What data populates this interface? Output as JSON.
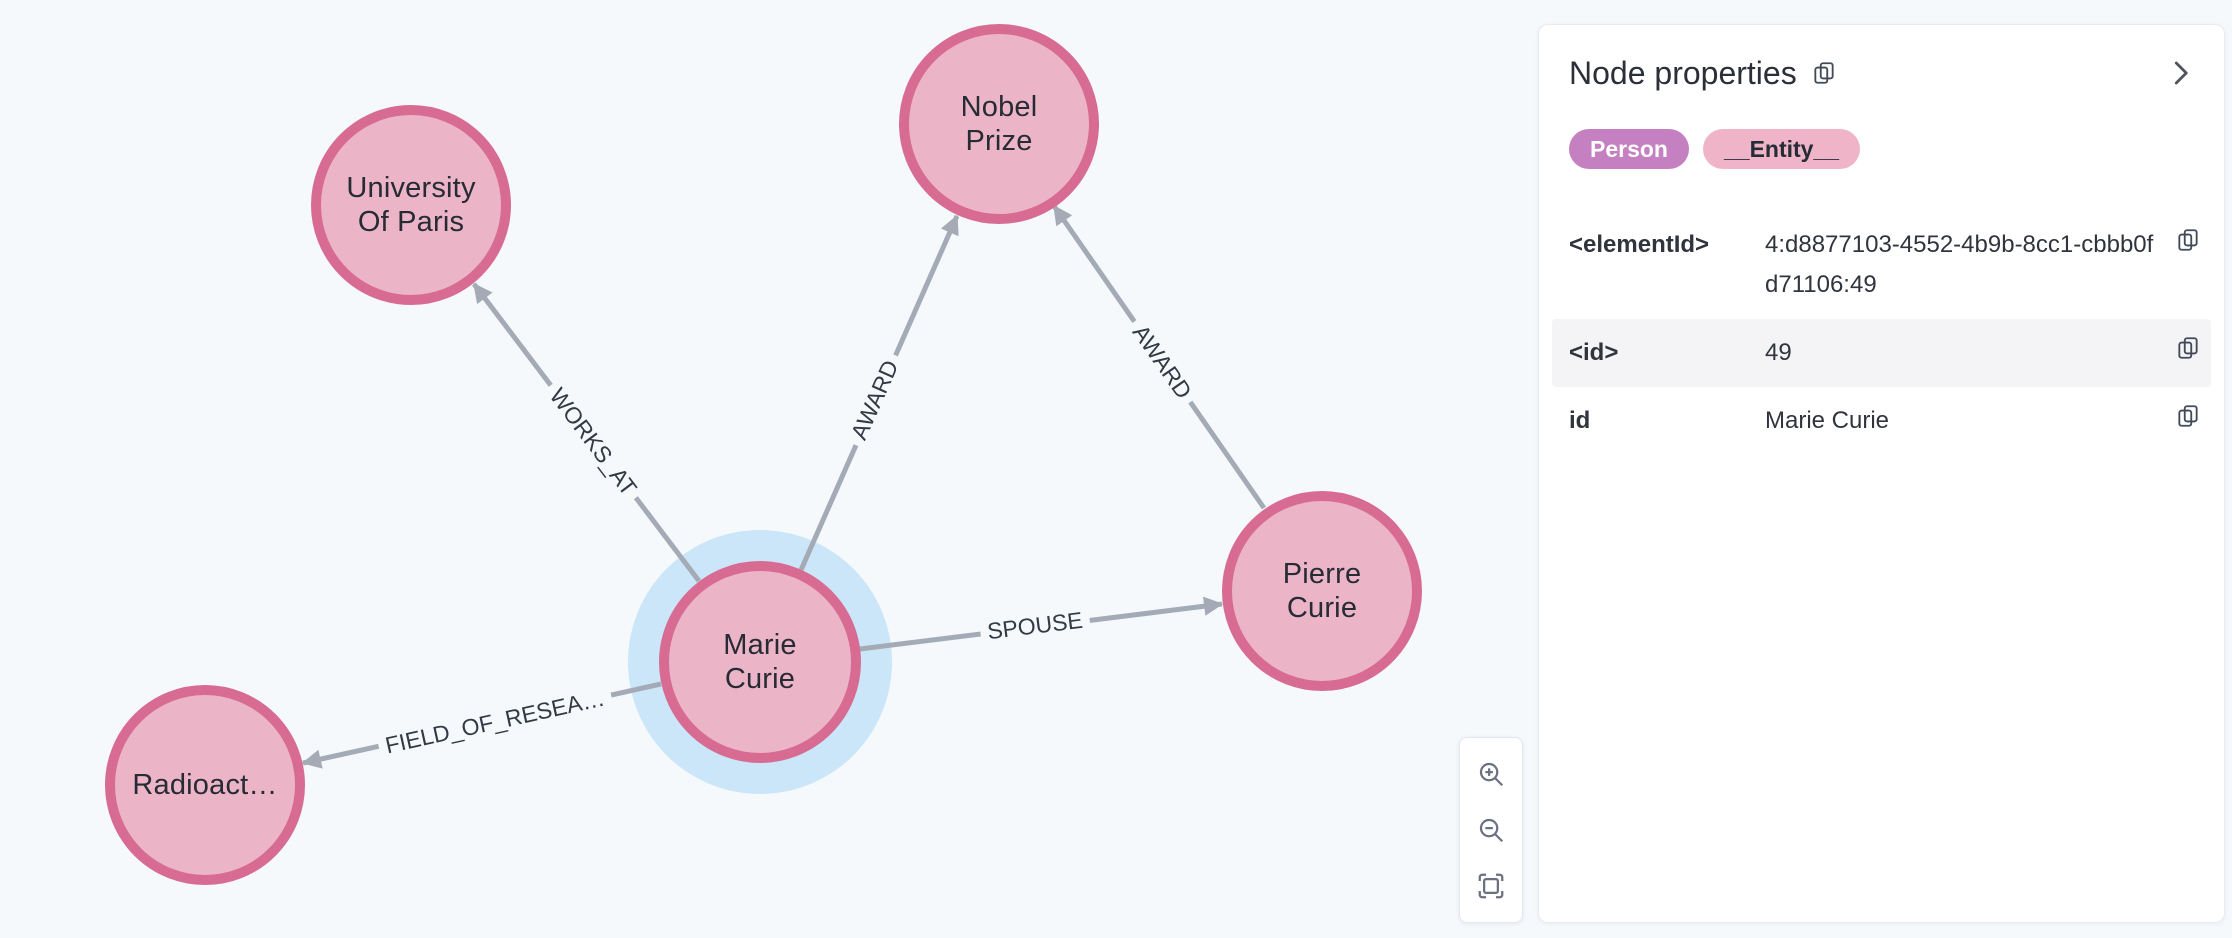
{
  "canvas": {
    "background": "#f5f9fc",
    "node_fill": "#ecb4c7",
    "node_border": "#d76b92",
    "selected_halo_color": "#cbe6f8",
    "edge_color": "#a5abb6",
    "nodes": [
      {
        "id": "university-of-paris",
        "label": "University\nOf Paris"
      },
      {
        "id": "nobel-prize",
        "label": "Nobel\nPrize"
      },
      {
        "id": "marie-curie",
        "label": "Marie\nCurie",
        "selected": true
      },
      {
        "id": "pierre-curie",
        "label": "Pierre\nCurie"
      },
      {
        "id": "radioactivity",
        "label": "Radioact…"
      }
    ],
    "edges": [
      {
        "label": "WORKS_AT",
        "from": "marie-curie",
        "to": "university-of-paris"
      },
      {
        "label": "AWARD",
        "from": "marie-curie",
        "to": "nobel-prize"
      },
      {
        "label": "AWARD",
        "from": "pierre-curie",
        "to": "nobel-prize"
      },
      {
        "label": "SPOUSE",
        "from": "marie-curie",
        "to": "pierre-curie"
      },
      {
        "label": "FIELD_OF_RESEA…",
        "from": "marie-curie",
        "to": "radioactivity"
      }
    ]
  },
  "zoom_toolbar": {
    "buttons": [
      {
        "name": "zoom-in-icon"
      },
      {
        "name": "zoom-out-icon"
      },
      {
        "name": "fit-to-screen-icon"
      }
    ]
  },
  "panel": {
    "title": "Node properties",
    "labels": [
      {
        "text": "Person",
        "bg": "#c480c1",
        "color": "#ffffff"
      },
      {
        "text": "__Entity__",
        "bg": "#f0b4c8",
        "color": "#262c36"
      }
    ],
    "properties": [
      {
        "key": "<elementId>",
        "value": "4:d8877103-4552-4b9b-8cc1-cbbb0fd71106:49"
      },
      {
        "key": "<id>",
        "value": "49"
      },
      {
        "key": "id",
        "value": "Marie Curie"
      }
    ]
  }
}
